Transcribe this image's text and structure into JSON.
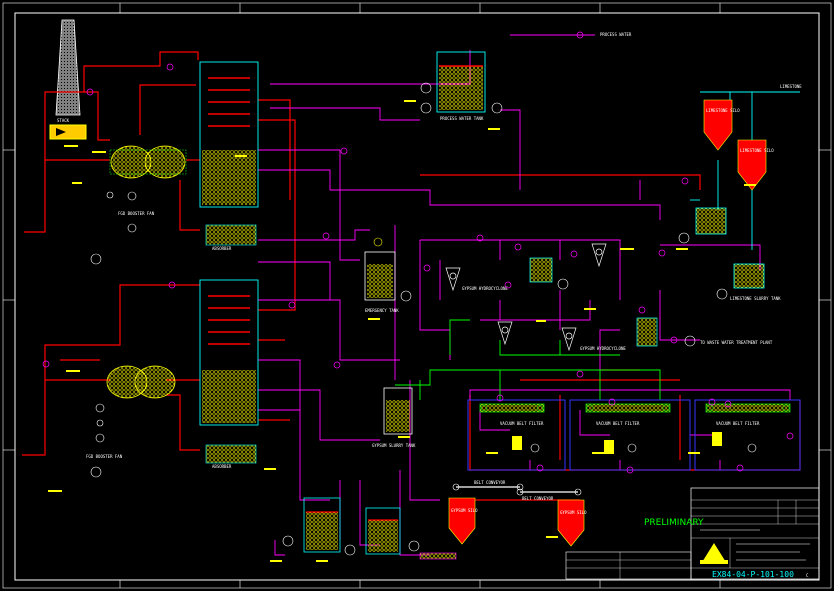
{
  "drawing": {
    "status_label": "PRELIMINARY",
    "drawing_number": "EX84-04-P-101-100",
    "revision": "C",
    "colors": {
      "background": "#000000",
      "frame": "#ffffff",
      "flue_gas": "#ff0000",
      "slurry": "#ff00ff",
      "process": "#00ff00",
      "water": "#00ffff",
      "equipment": "#ffff00",
      "title_block": "#00ffff"
    }
  },
  "streams": {
    "process_water": "PROCESS WATER",
    "limestone": "LIMESTONE",
    "waste_water": "TO WASTE WATER TREATMENT PLANT",
    "belt_conveyor_1": "BELT CONVEYOR",
    "belt_conveyor_2": "BELT CONVEYOR"
  },
  "equipment": {
    "stack": "STACK",
    "booster_fan_1": "FGD BOOSTER FAN",
    "booster_fan_2": "FGD BOOSTER FAN",
    "absorber_1": "ABSORBER",
    "absorber_2": "ABSORBER",
    "process_water_tank": "PROCESS WATER TANK",
    "limestone_silo_1": "LIMESTONE SILO",
    "limestone_silo_2": "LIMESTONE SILO",
    "limestone_slurry_tank": "LIMESTONE SLURRY TANK",
    "gypsum_silo_1": "GYPSUM SILO",
    "gypsum_silo_2": "GYPSUM SILO",
    "gypsum_slurry_tank": "GYPSUM SLURRY TANK",
    "hydrocyclone_1": "GYPSUM HYDROCYCLONE",
    "hydrocyclone_2": "GYPSUM HYDROCYCLONE",
    "vacuum_filter_1": "VACUUM BELT FILTER",
    "vacuum_filter_2": "VACUUM BELT FILTER",
    "vacuum_filter_3": "VACUUM BELT FILTER",
    "emergency_tank": "EMERGENCY TANK"
  }
}
